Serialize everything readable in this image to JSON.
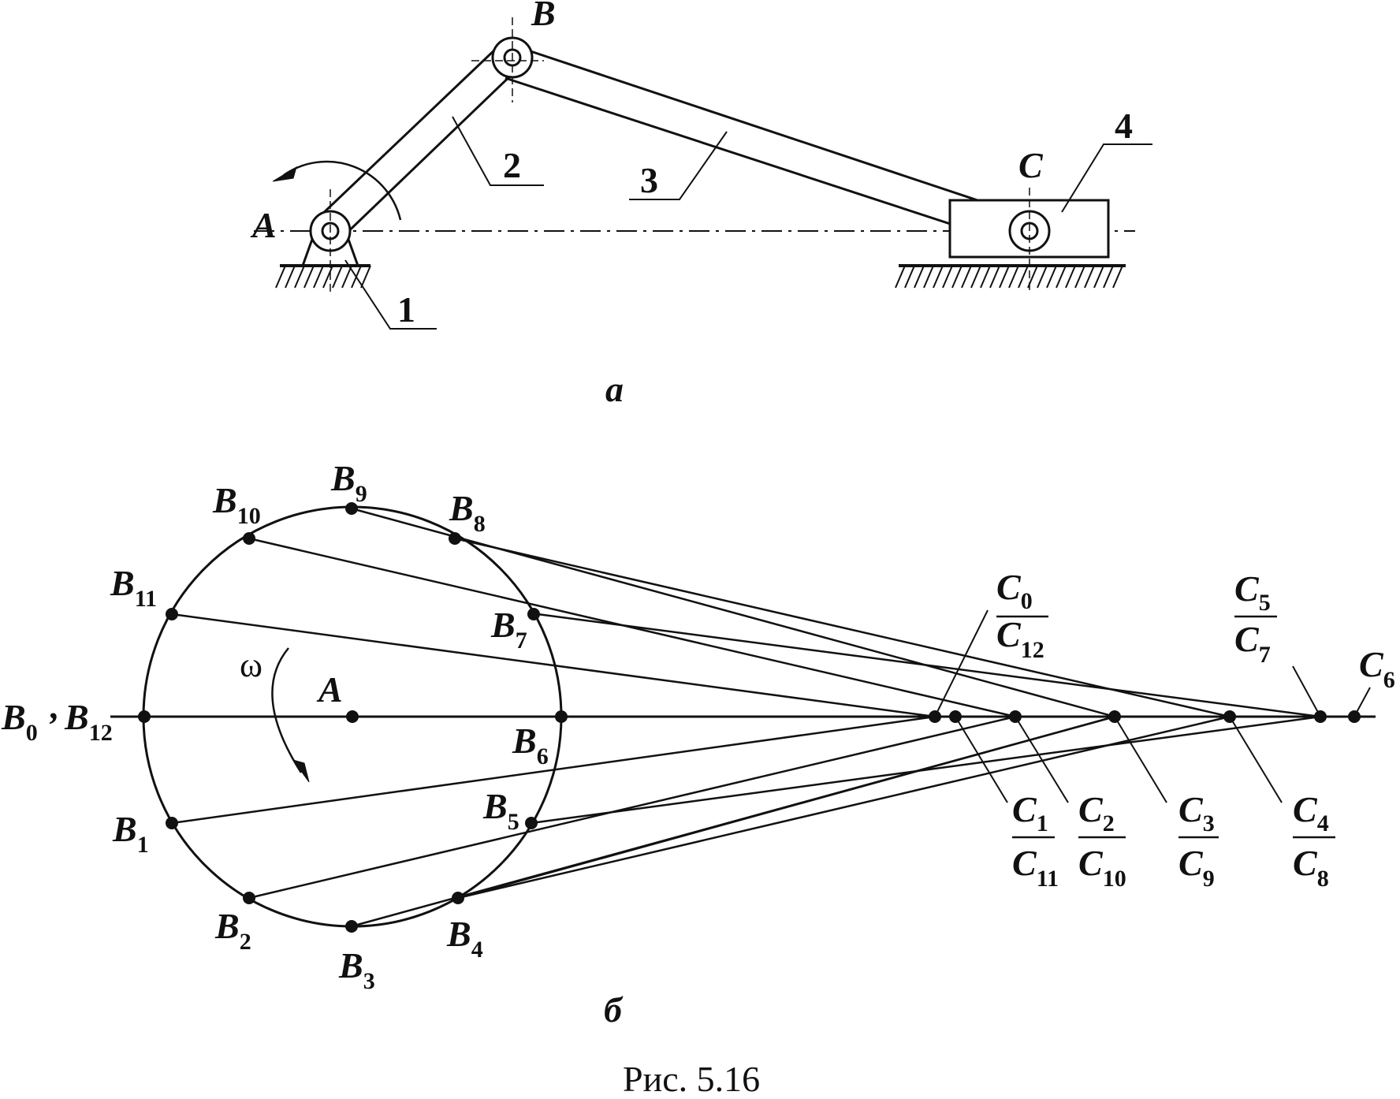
{
  "figure_a": {
    "label_A": "A",
    "label_B": "B",
    "label_C": "C",
    "link_1": "1",
    "link_2": "2",
    "link_3": "3",
    "link_4": "4",
    "sublabel": "а"
  },
  "figure_b": {
    "label_A": "A",
    "omega": "ω",
    "b0_main": "B",
    "b0_sub": "0",
    "b0_sep": ",",
    "b12_main": "B",
    "b12_sub": "12",
    "b_points": [
      {
        "main": "B",
        "sub": "1"
      },
      {
        "main": "B",
        "sub": "2"
      },
      {
        "main": "B",
        "sub": "3"
      },
      {
        "main": "B",
        "sub": "4"
      },
      {
        "main": "B",
        "sub": "5"
      },
      {
        "main": "B",
        "sub": "6"
      },
      {
        "main": "B",
        "sub": "7"
      },
      {
        "main": "B",
        "sub": "8"
      },
      {
        "main": "B",
        "sub": "9"
      },
      {
        "main": "B",
        "sub": "10"
      },
      {
        "main": "B",
        "sub": "11"
      }
    ],
    "c_pairs": [
      {
        "top": "C",
        "top_sub": "0",
        "bot": "C",
        "bot_sub": "12"
      },
      {
        "top": "C",
        "top_sub": "5",
        "bot": "C",
        "bot_sub": "7"
      },
      {
        "top": "C",
        "top_sub": "1",
        "bot": "C",
        "bot_sub": "11"
      },
      {
        "top": "C",
        "top_sub": "2",
        "bot": "C",
        "bot_sub": "10"
      },
      {
        "top": "C",
        "top_sub": "3",
        "bot": "C",
        "bot_sub": "9"
      },
      {
        "top": "C",
        "top_sub": "4",
        "bot": "C",
        "bot_sub": "8"
      }
    ],
    "c6_main": "C",
    "c6_sub": "6",
    "sublabel": "б"
  },
  "caption": "Рис. 5.16"
}
